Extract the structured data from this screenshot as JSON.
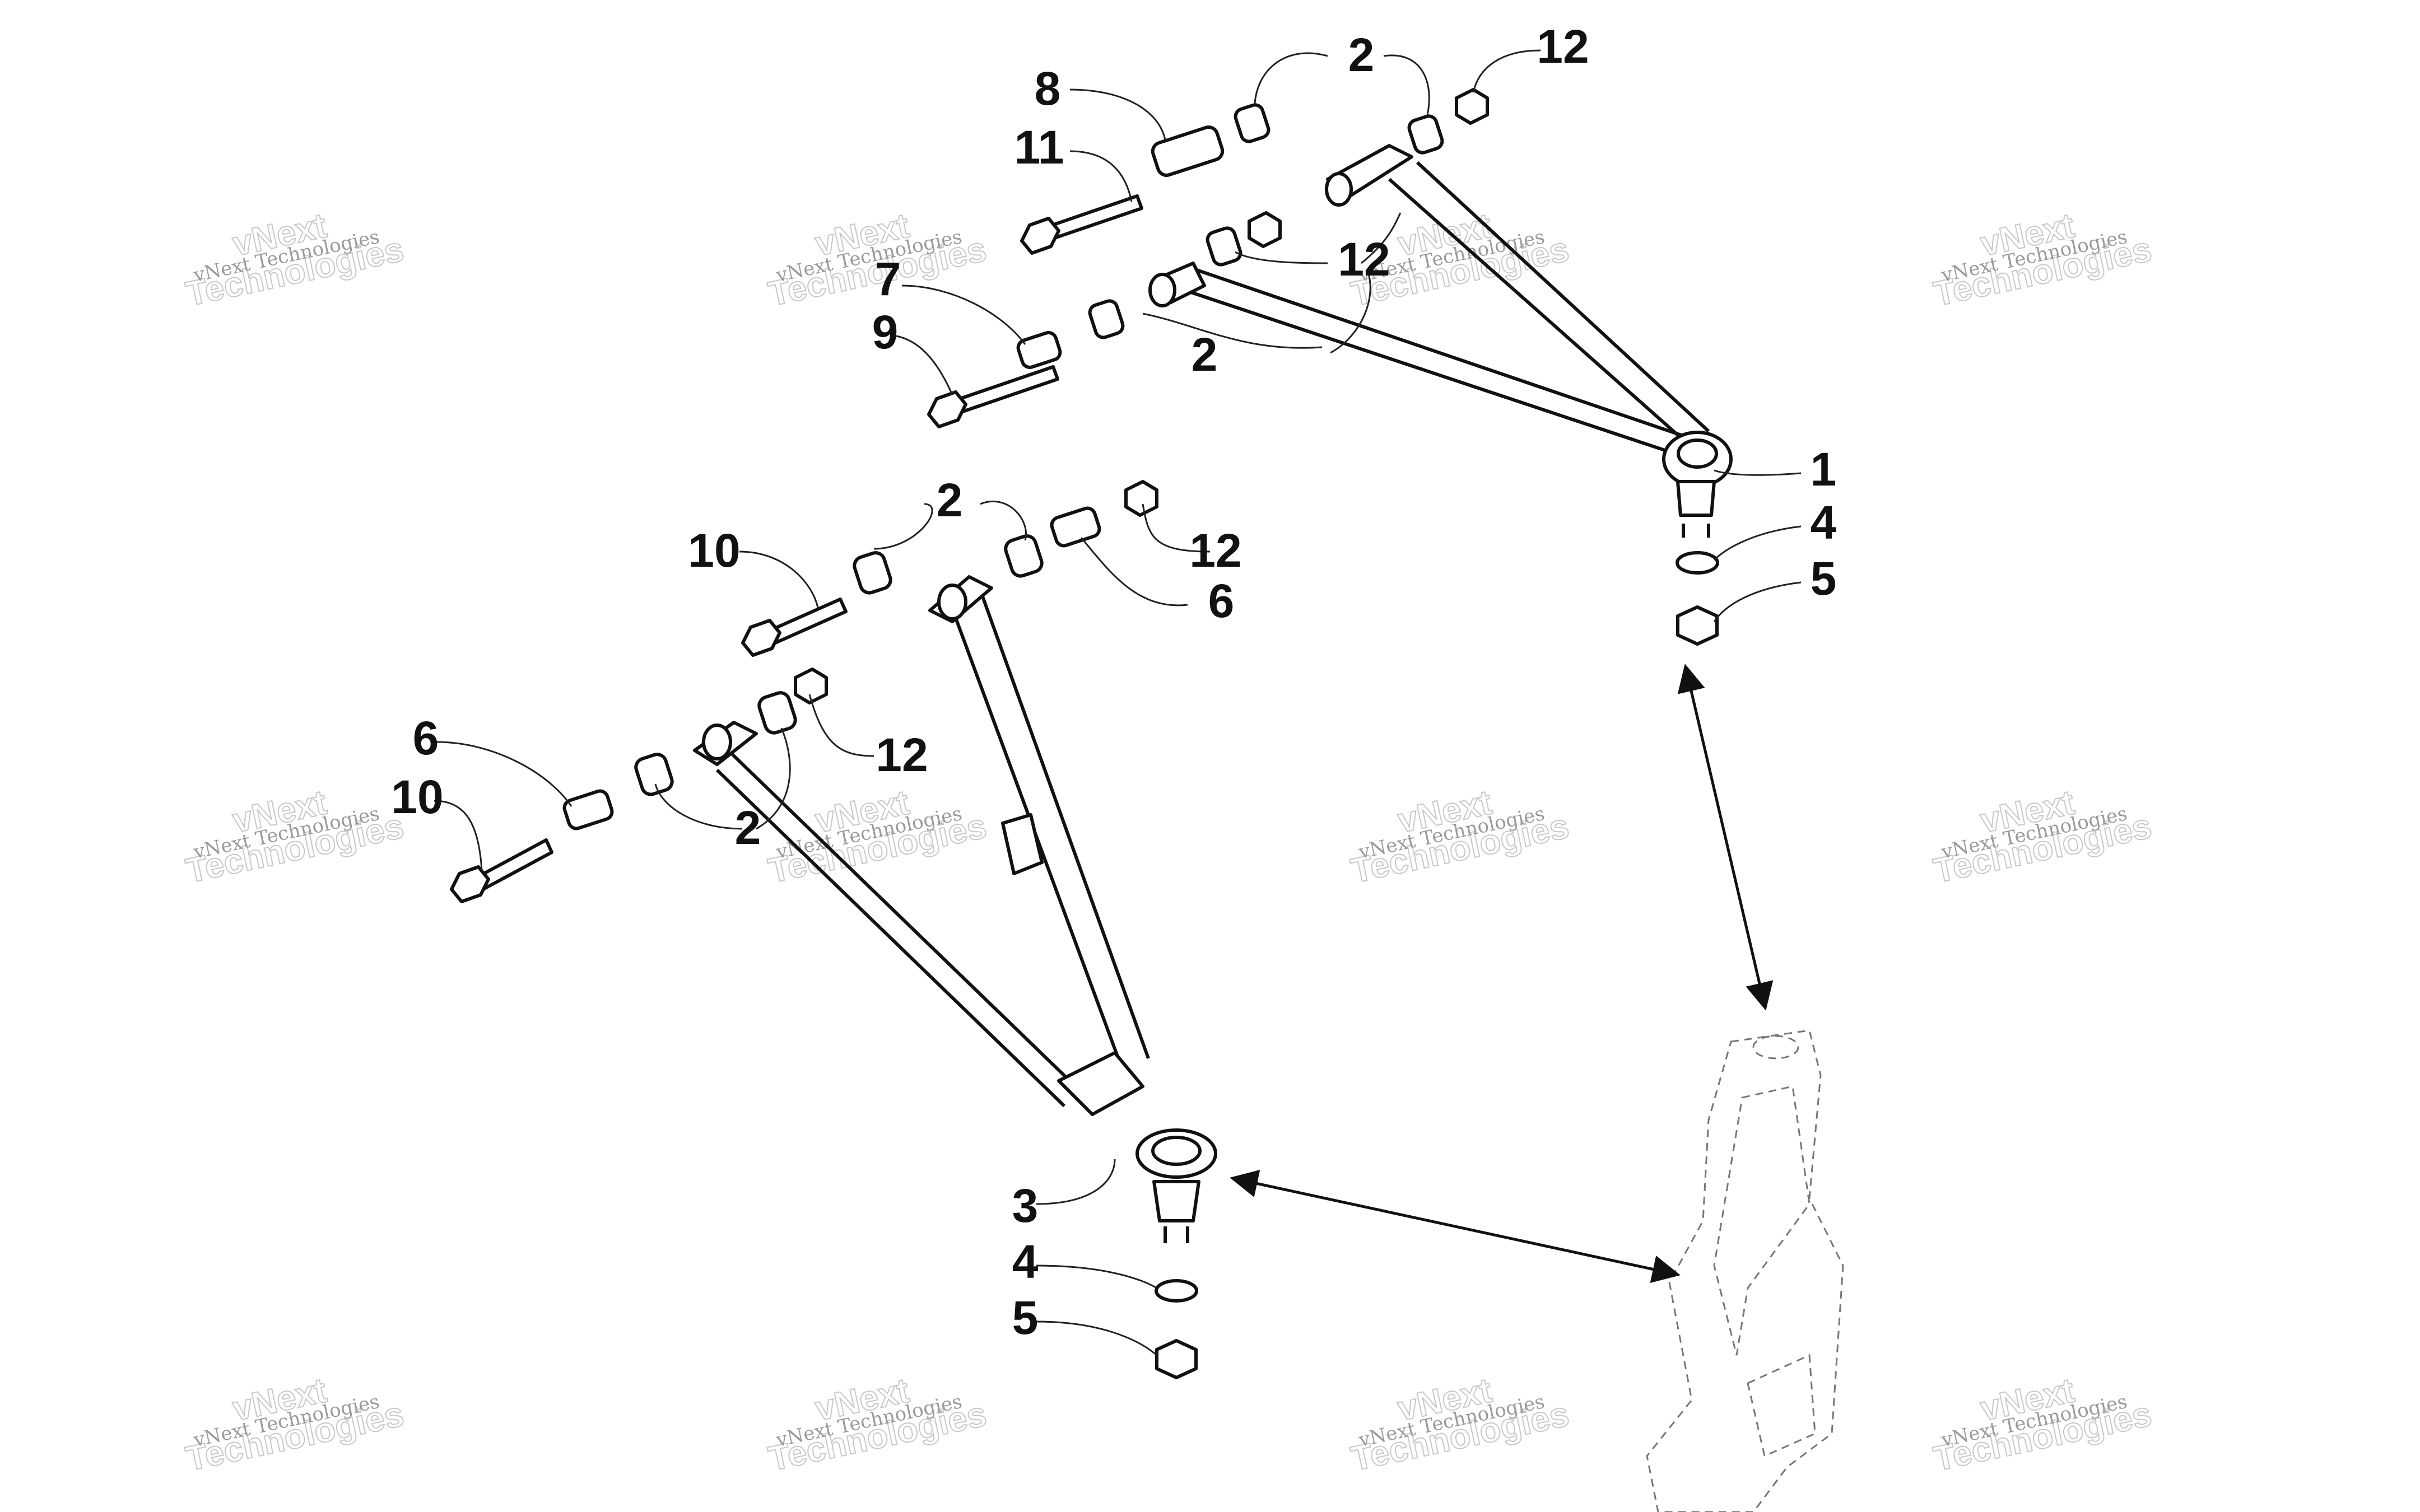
{
  "callouts": {
    "c1": "1",
    "c2a": "2",
    "c2b": "2",
    "c2c": "2",
    "c2d": "2",
    "c3": "3",
    "c4a": "4",
    "c4b": "4",
    "c5a": "5",
    "c5b": "5",
    "c6a": "6",
    "c6b": "6",
    "c7": "7",
    "c8": "8",
    "c9": "9",
    "c10a": "10",
    "c10b": "10",
    "c11": "11",
    "c12a": "12",
    "c12b": "12",
    "c12c": "12",
    "c12d": "12"
  },
  "watermark": {
    "small": "vNext Technologies",
    "big_line1": "vNext",
    "big_line2": "Technologies"
  }
}
